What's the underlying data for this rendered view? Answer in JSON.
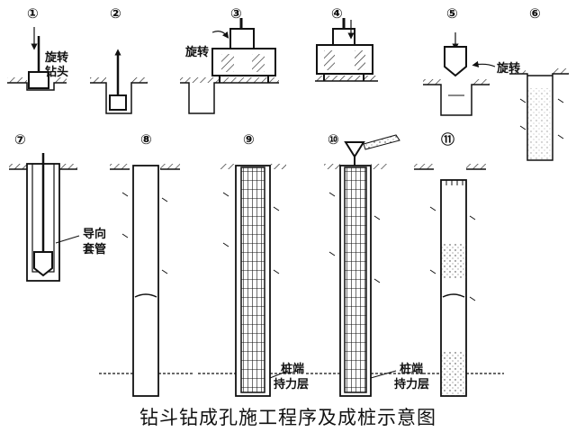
{
  "steps": [
    {
      "num": "①",
      "label_lines": [
        "旋转",
        "钻头"
      ]
    },
    {
      "num": "②"
    },
    {
      "num": "③",
      "label": "旋转"
    },
    {
      "num": "④"
    },
    {
      "num": "⑤",
      "label": "旋转"
    },
    {
      "num": "⑥"
    },
    {
      "num": "⑦",
      "label_lines": [
        "导向",
        "套管"
      ]
    },
    {
      "num": "⑧"
    },
    {
      "num": "⑨",
      "label_lines": [
        "桩端",
        "持力层"
      ]
    },
    {
      "num": "⑩",
      "label_lines": [
        "桩端",
        "持力层"
      ]
    },
    {
      "num": "⑪"
    }
  ],
  "caption": "钻斗钻成孔施工程序及成桩示意图"
}
